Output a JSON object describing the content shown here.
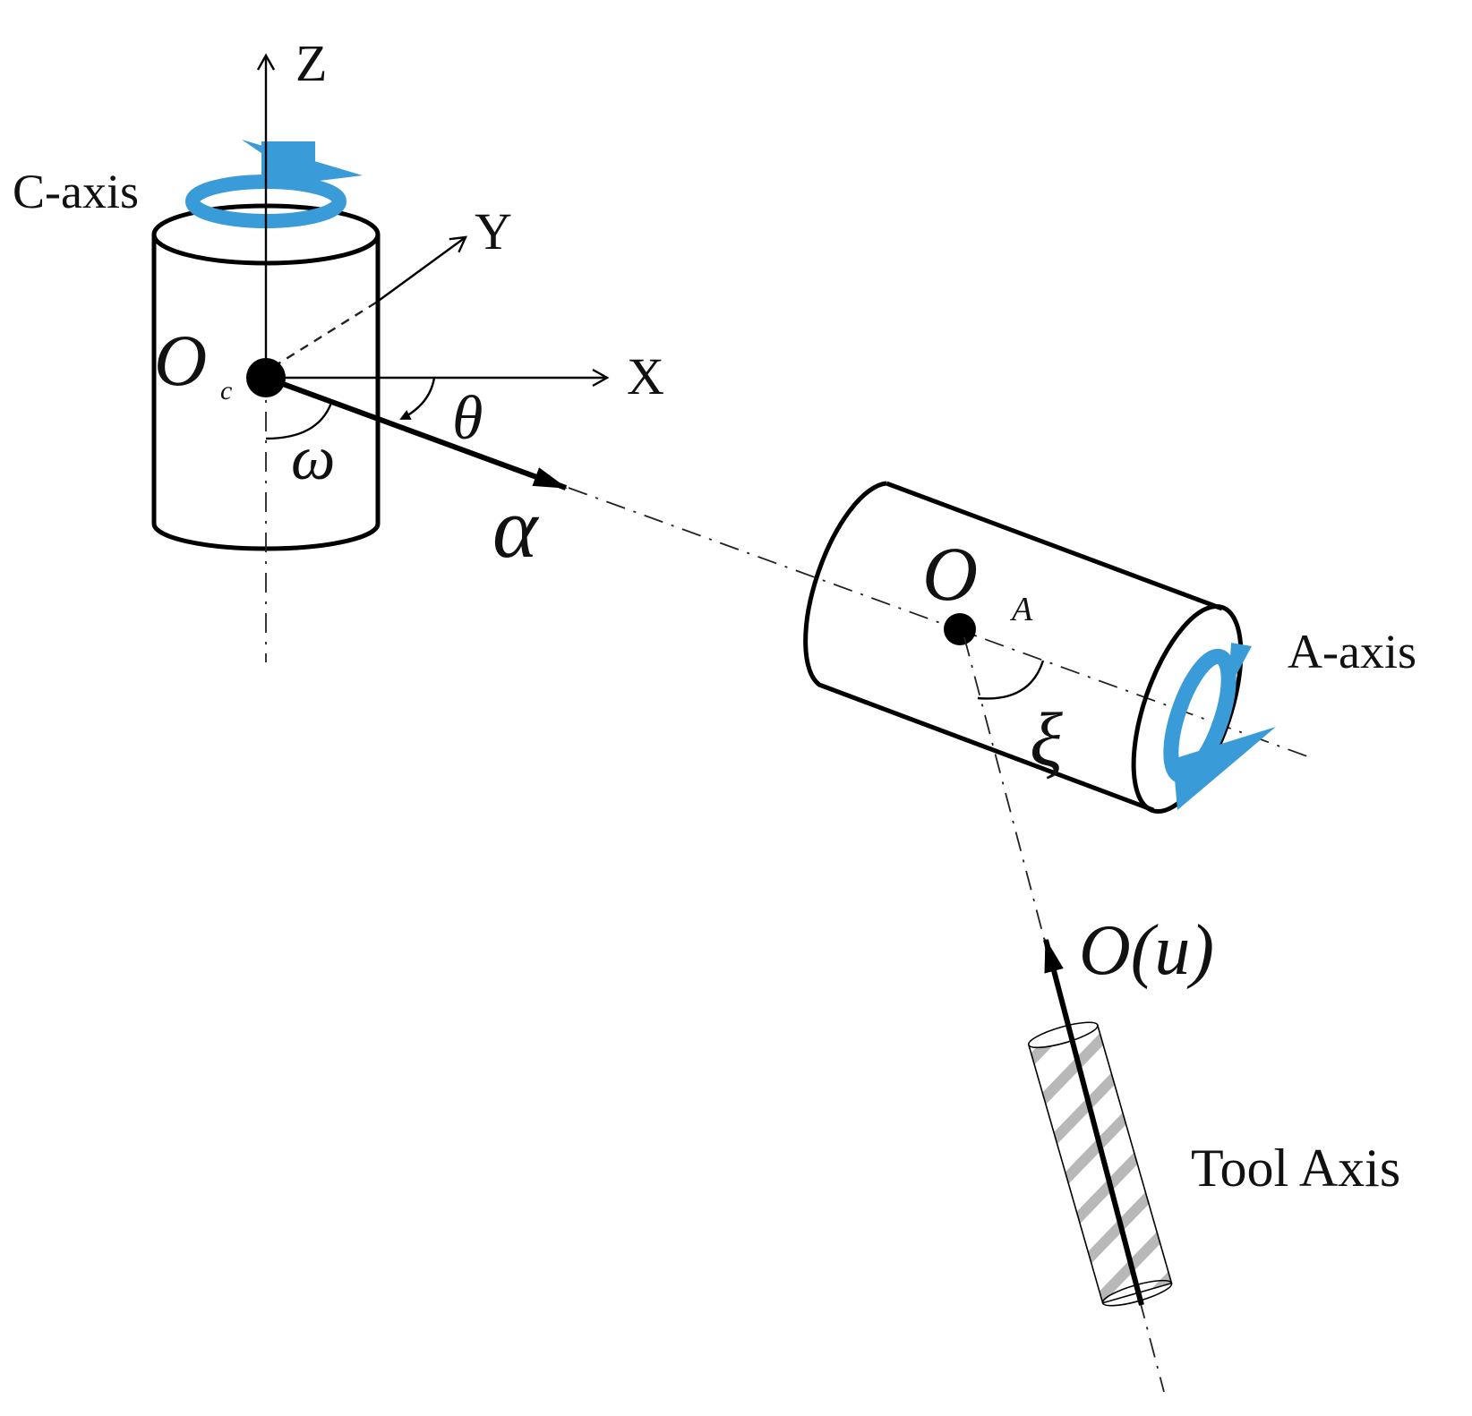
{
  "labels": {
    "z_axis": "Z",
    "y_axis": "Y",
    "x_axis": "X",
    "c_axis": "C-axis",
    "a_axis": "A-axis",
    "tool_axis": "Tool Axis",
    "origin_c_main": "O",
    "origin_c_sub": "c",
    "origin_a_main": "O",
    "origin_a_sub": "A",
    "theta": "θ",
    "omega": "ω",
    "alpha": "α",
    "xi": "ξ",
    "tool_orientation": "O(u)"
  },
  "colors": {
    "rotation_arrow": "#3a9bd9",
    "line": "#000000",
    "background": "#ffffff"
  },
  "icons": {
    "c_rotation": "circular-arrow-icon",
    "a_rotation": "circular-arrow-icon"
  }
}
